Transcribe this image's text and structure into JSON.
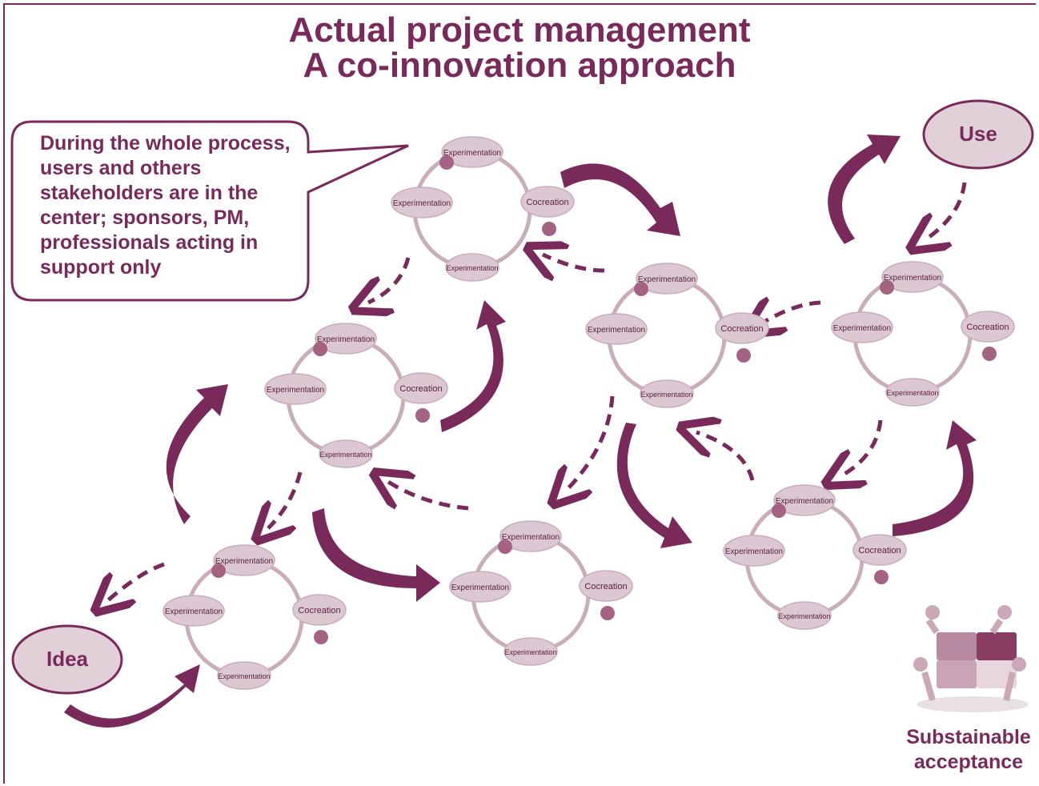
{
  "title": {
    "line1": "Actual project management",
    "line2": "A co-innovation approach"
  },
  "callout": "During the whole process, users and others stakeholders are in the center; sponsors, PM, professionals acting in support only",
  "start_label": "Idea",
  "end_label": "Use",
  "outcome_label": "Substainable acceptance",
  "cycle_labels": {
    "top": "Experimentation",
    "left": "Experimentation",
    "right": "Cocreation",
    "bottom": "Experimentation"
  },
  "colors": {
    "accent": "#7a2a5a",
    "node_fill": "#dcc8d2",
    "ring": "#c9adbb",
    "arrow": "#7a2a5a"
  }
}
